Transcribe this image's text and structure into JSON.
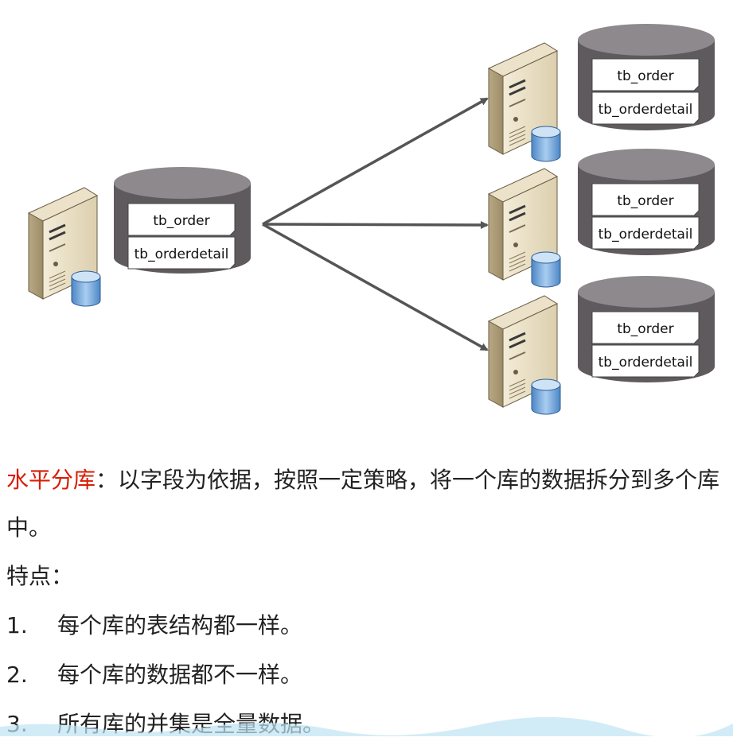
{
  "diagram": {
    "source": {
      "tables": [
        "tb_order",
        "tb_orderdetail"
      ]
    },
    "targets": [
      {
        "tables": [
          "tb_order",
          "tb_orderdetail"
        ]
      },
      {
        "tables": [
          "tb_order",
          "tb_orderdetail"
        ]
      },
      {
        "tables": [
          "tb_order",
          "tb_orderdetail"
        ]
      }
    ]
  },
  "definition": {
    "term": "水平分库",
    "body": "：以字段为依据，按照一定策略，将一个库的数据拆分到多个库中。"
  },
  "features": {
    "heading": "特点：",
    "items": [
      {
        "num": "1.",
        "text": "每个库的表结构都一样。"
      },
      {
        "num": "2.",
        "text": "每个库的数据都不一样。"
      },
      {
        "num": "3.",
        "text": "所有库的并集是全量数据。"
      }
    ]
  }
}
